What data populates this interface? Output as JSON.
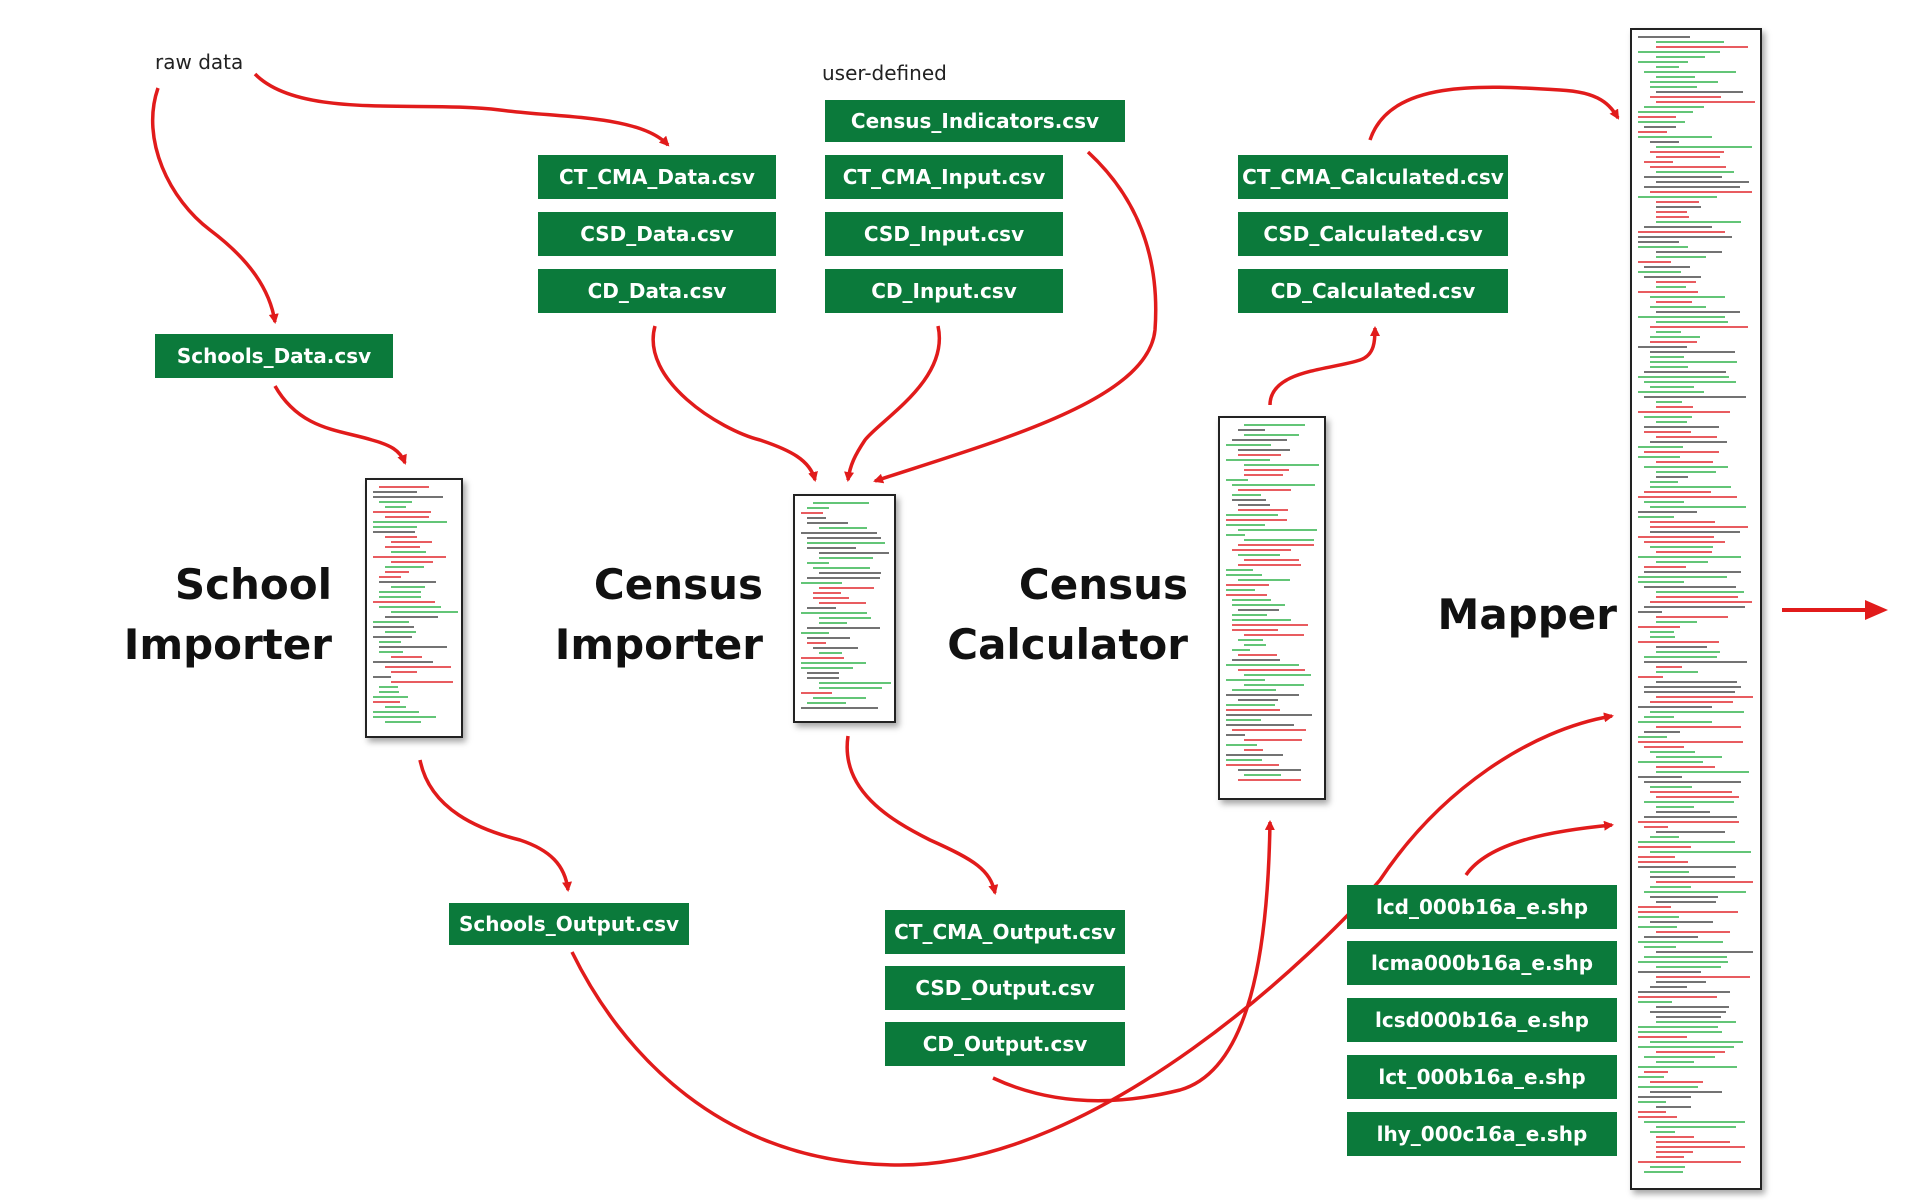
{
  "notes": {
    "raw_data": "raw data",
    "user_defined": "user-defined"
  },
  "files": {
    "schools_data": "Schools_Data.csv",
    "ct_cma_data": "CT_CMA_Data.csv",
    "csd_data": "CSD_Data.csv",
    "cd_data": "CD_Data.csv",
    "census_indicators": "Census_Indicators.csv",
    "ct_cma_input": "CT_CMA_Input.csv",
    "csd_input": "CSD_Input.csv",
    "cd_input": "CD_Input.csv",
    "ct_cma_calculated": "CT_CMA_Calculated.csv",
    "csd_calculated": "CSD_Calculated.csv",
    "cd_calculated": "CD_Calculated.csv",
    "schools_output": "Schools_Output.csv",
    "ct_cma_output": "CT_CMA_Output.csv",
    "csd_output": "CSD_Output.csv",
    "cd_output": "CD_Output.csv",
    "lcd_shp": "lcd_000b16a_e.shp",
    "lcma_shp": "lcma000b16a_e.shp",
    "lcsd_shp": "lcsd000b16a_e.shp",
    "lct_shp": "lct_000b16a_e.shp",
    "lhy_shp": "lhy_000c16a_e.shp"
  },
  "modules": {
    "school_importer": [
      "School",
      "Importer"
    ],
    "census_importer": [
      "Census",
      "Importer"
    ],
    "census_calculator": [
      "Census",
      "Calculator"
    ],
    "mapper": "Mapper"
  },
  "colors": {
    "file_box": "#0b7a3b",
    "arrow": "#e11b1b",
    "code_red": "#e0262b",
    "code_green": "#2fb24a",
    "code_dark": "#444444"
  }
}
